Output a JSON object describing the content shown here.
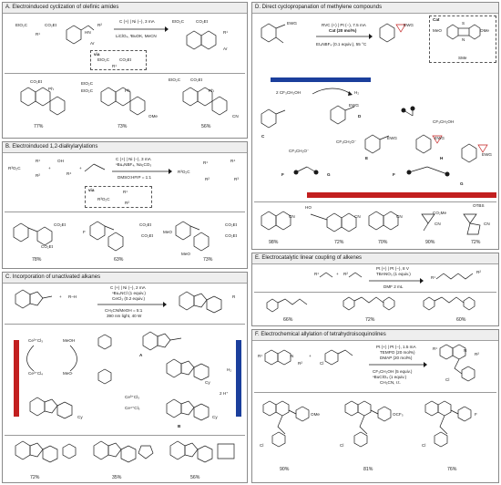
{
  "panels": {
    "A": {
      "title": "A. Electroinduced cyclization of olefinic amides",
      "conditions": [
        "C (+) | Ni (−), 3 mA",
        "LiClO₄, ᵗBuOK, MeCN"
      ],
      "labels": {
        "via": "via",
        "r1": "R¹",
        "r2": "R²",
        "ar": "Ar",
        "ph": "Ph"
      },
      "yields": [
        "77%",
        "73%",
        "56%"
      ],
      "fragments": [
        "EtO₂C",
        "CO₂Et",
        "HN",
        "O",
        "N",
        "OMe",
        "CN"
      ]
    },
    "B": {
      "title": "B. Electroinduced 1,2-dialkylarylations",
      "conditions": [
        "C (+) | Ni (−), 3 mA",
        "ⁿBu₄NBF₄, Na₂CO₃",
        "DMSO:HFIP = 1:1"
      ],
      "labels": {
        "via": "via",
        "r1": "R¹",
        "r2": "R²",
        "r3": "R³",
        "r4": "R⁴",
        "ro": "R³O₂C",
        "oh": "OH"
      },
      "yields": [
        "78%",
        "63%",
        "73%"
      ],
      "fragments": [
        "CO₂Et",
        "F",
        "MeO",
        "CO₂R³"
      ]
    },
    "C": {
      "title": "C. Incorporation of unactivated alkanes",
      "conditions": [
        "C (+) | Ni (−), 2 mA",
        "ⁿBu₄NCl (1 equiv.)",
        "CeCl₃ (0.2 equiv.)",
        "CH₃CN/MeOH = 5:1",
        "390 nm light, 40 W"
      ],
      "labels": {
        "rh": "R–H",
        "a": "A",
        "b": "B",
        "ce3": "Ce³⁺Cl₃",
        "ce4": "Ce⁴⁺Cl₃",
        "ce3b": "Ce³⁺Cl₄",
        "meoh": "MeOH",
        "meo": "MeO·",
        "h2": "H₂",
        "hplus": "2 H⁺",
        "cy": "Cy",
        "r": "R"
      },
      "yields": [
        "72%",
        "35%",
        "56%"
      ]
    },
    "D": {
      "title": "D. Direct cyclopropanation of methylene compounds",
      "conditions": [
        "RVC (+) | Pt (−), 7.5 mA",
        "Cat (20 mol%)",
        "Et₄NBF₄ (0.1 equiv.), 55 °C"
      ],
      "cat": {
        "label": "Cat",
        "ome_left": "MeO",
        "ome_right": "OMe",
        "n": "N",
        "s": "S",
        "sme": "SMe"
      },
      "labels": {
        "ewg": "EWG",
        "cf3": "2 CF₃CH₂OH",
        "h2": "H₂",
        "d": "D",
        "c": "C",
        "e": "E",
        "f": "F",
        "g": "G",
        "h": "H",
        "cf3o": "CF₃CH₂O⁻",
        "cf3oh": "CF₃CH₂OH"
      },
      "yields": [
        "98%",
        "72%",
        "70%",
        "90%",
        "72%"
      ],
      "fragments": [
        "CN",
        "HO",
        "OTBS",
        "CO₂Me"
      ]
    },
    "E": {
      "title": "E. Electrocatalytic linear coupling of alkenes",
      "conditions": [
        "Pt (+) | Pt (−), 8 V",
        "TBANO₃ (1 equiv.)",
        "DMF 2 mL"
      ],
      "labels": {
        "r1": "R¹",
        "r2": "R²"
      },
      "yields": [
        "66%",
        "72%",
        "60%"
      ]
    },
    "F": {
      "title": "F. Electrochemical allylation of tetrahydroisoquinolines",
      "conditions": [
        "Pt (+) | Pt (−), 1.5 mA",
        "TEMPO (20 mol%)",
        "DMAP (20 mol%)",
        "CF₃CH₂OH (5 equiv.)",
        "ⁿBuClO₄ (1 equiv.)",
        "CH₃CN, r.t."
      ],
      "labels": {
        "r1": "R¹",
        "r2": "R²",
        "n": "N",
        "cl": "Cl",
        "ome": "OMe",
        "ocf3": "OCF₃",
        "f": "F"
      },
      "yields": [
        "90%",
        "81%",
        "76%"
      ]
    }
  },
  "colors": {
    "red": "#c21f1f",
    "blue": "#1b3f9c",
    "title_bg": "#eeeeee",
    "frame": "#8a8a8a"
  }
}
